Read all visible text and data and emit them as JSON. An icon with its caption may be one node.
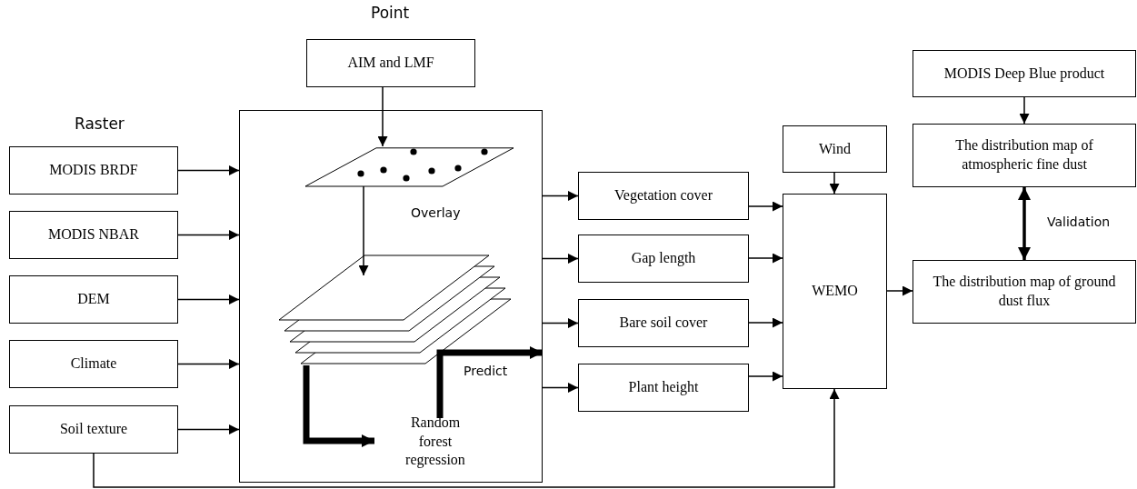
{
  "diagram": {
    "nodes": [
      {
        "text": [
          "AIM and LMF"
        ]
      },
      {
        "text": [
          "MODIS BRDF"
        ]
      },
      {
        "text": [
          "MODIS NBAR"
        ]
      },
      {
        "text": [
          "DEM"
        ]
      },
      {
        "text": [
          "Climate"
        ]
      },
      {
        "text": [
          "Soil texture"
        ]
      },
      {
        "text": [],
        "shape": "box"
      },
      {
        "text": [],
        "shape": "picture",
        "in": 6
      },
      {
        "text": [],
        "shape": "picture",
        "in": 6
      },
      {
        "text": [
          "Random forest regression"
        ],
        "in": 6
      },
      {
        "text": [
          "Vegetation cover"
        ]
      },
      {
        "text": [
          "Gap length"
        ]
      },
      {
        "text": [
          "Bare soil cover"
        ]
      },
      {
        "text": [
          "Plant height"
        ]
      },
      {
        "text": [
          "Wind"
        ]
      },
      {
        "text": [
          "WEMO"
        ]
      },
      {
        "text": [
          "MODIS Deep Blue product"
        ]
      },
      {
        "text": [
          "The distribution map of atmospheric fine dust"
        ]
      },
      {
        "text": [
          "The distribution map of ground dust flux"
        ]
      }
    ],
    "edges": [
      {
        "from": 0,
        "to": 7,
        "arrow": "to"
      },
      {
        "from": 7,
        "to": 8,
        "arrow": "to",
        "label": "Overlay"
      },
      {
        "from": 8,
        "to": 9,
        "arrow": "to",
        "style": "thick"
      },
      {
        "from": 9,
        "to": null,
        "arrow": "to",
        "style": "thick",
        "label": "Predict"
      },
      {
        "from": 1,
        "to": 6,
        "arrow": "to"
      },
      {
        "from": 2,
        "to": 6,
        "arrow": "to"
      },
      {
        "from": 3,
        "to": 6,
        "arrow": "to"
      },
      {
        "from": 4,
        "to": 6,
        "arrow": "to"
      },
      {
        "from": 5,
        "to": 6,
        "arrow": "to"
      },
      {
        "from": 6,
        "to": 10,
        "arrow": "to"
      },
      {
        "from": 6,
        "to": 11,
        "arrow": "to"
      },
      {
        "from": 6,
        "to": 12,
        "arrow": "to"
      },
      {
        "from": 6,
        "to": 13,
        "arrow": "to"
      },
      {
        "from": 10,
        "to": 15,
        "arrow": "to"
      },
      {
        "from": 11,
        "to": 15,
        "arrow": "to"
      },
      {
        "from": 12,
        "to": 15,
        "arrow": "to"
      },
      {
        "from": 13,
        "to": 15,
        "arrow": "to"
      },
      {
        "from": 14,
        "to": 15,
        "arrow": "to"
      },
      {
        "from": 5,
        "to": 15,
        "arrow": "to"
      },
      {
        "from": 15,
        "to": 18,
        "arrow": "to"
      },
      {
        "from": 16,
        "to": 17,
        "arrow": "to"
      },
      {
        "from": 17,
        "to": 18,
        "arrow": "both",
        "style": "thick",
        "label": "Validation"
      }
    ],
    "labels": [
      "Point",
      "Raster"
    ]
  }
}
